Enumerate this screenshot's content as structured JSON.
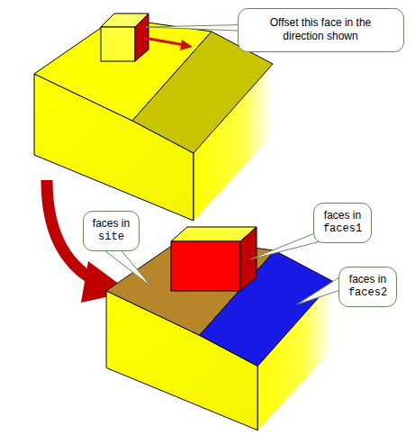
{
  "diagram": {
    "nodes": [
      {
        "text": [
          "Offset this face in the direction shown"
        ]
      },
      {
        "text": [
          "faces in",
          "site"
        ]
      },
      {
        "text": [
          "faces in",
          "faces1"
        ]
      },
      {
        "text": [
          "faces in",
          "faces2"
        ]
      }
    ]
  }
}
